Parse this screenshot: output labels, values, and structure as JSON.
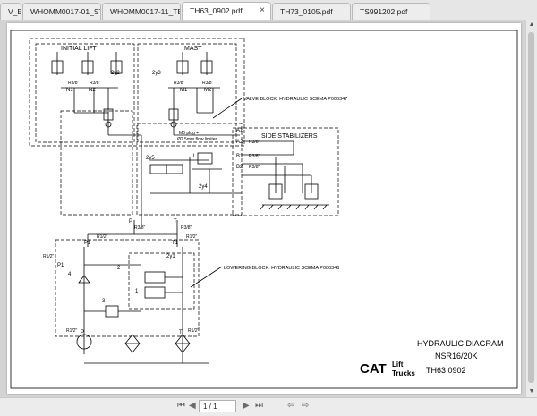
{
  "tabs": [
    {
      "label": "V_E..."
    },
    {
      "label": "WHOMM0017-01_ST..."
    },
    {
      "label": "WHOMM0017-11_TE..."
    },
    {
      "label": "TH63_0902.pdf",
      "active": true
    },
    {
      "label": "TH73_0105.pdf"
    },
    {
      "label": "TS991202.pdf"
    }
  ],
  "tab_close_glyph": "×",
  "diagram": {
    "initial_lift": "INITIAL LIFT",
    "mast": "MAST",
    "valve_block": "VALVE BLOCK: HYDRAULIC SCEMA P006347",
    "side_stabilizers": "SIDE STABILIZERS",
    "lowering_block": "LOWERING BLOCK: HYDRAULIC SCEMA P006346",
    "labels": {
      "n1": "N1",
      "n2": "N2",
      "m1": "M1",
      "m2": "M2",
      "r3_8": "R3/8\"",
      "r1_2": "R1/2\"",
      "a1": "A1",
      "a2": "A2",
      "b1": "B1",
      "b2": "B2",
      "p": "P",
      "t": "T",
      "p1": "P1",
      "t1": "T1",
      "y2y_a": "2y2",
      "y2y_b": "2y3",
      "y2y_c": "2y5",
      "y2y_d": "2y4",
      "y2y_e": "2y1",
      "l": "L",
      "plug": "M6 plug +",
      "flow": "Ø2.5mm flow limiter",
      "n2num": "2",
      "n1num": "1",
      "n3num": "3",
      "n4num": "4"
    }
  },
  "title_block": {
    "title": "HYDRAULIC DIAGRAM",
    "model": "NSR16/20K",
    "code": "TH63  0902",
    "brand": "CAT",
    "lift": "Lift",
    "trucks": "Trucks"
  },
  "toolbar": {
    "first": "⏮",
    "prev": "◀",
    "page": "1 / 1",
    "next": "▶",
    "last": "⏭",
    "back": "⇦",
    "forward": "⇨"
  },
  "scrollbar": {
    "up": "▲",
    "down": "▼"
  }
}
